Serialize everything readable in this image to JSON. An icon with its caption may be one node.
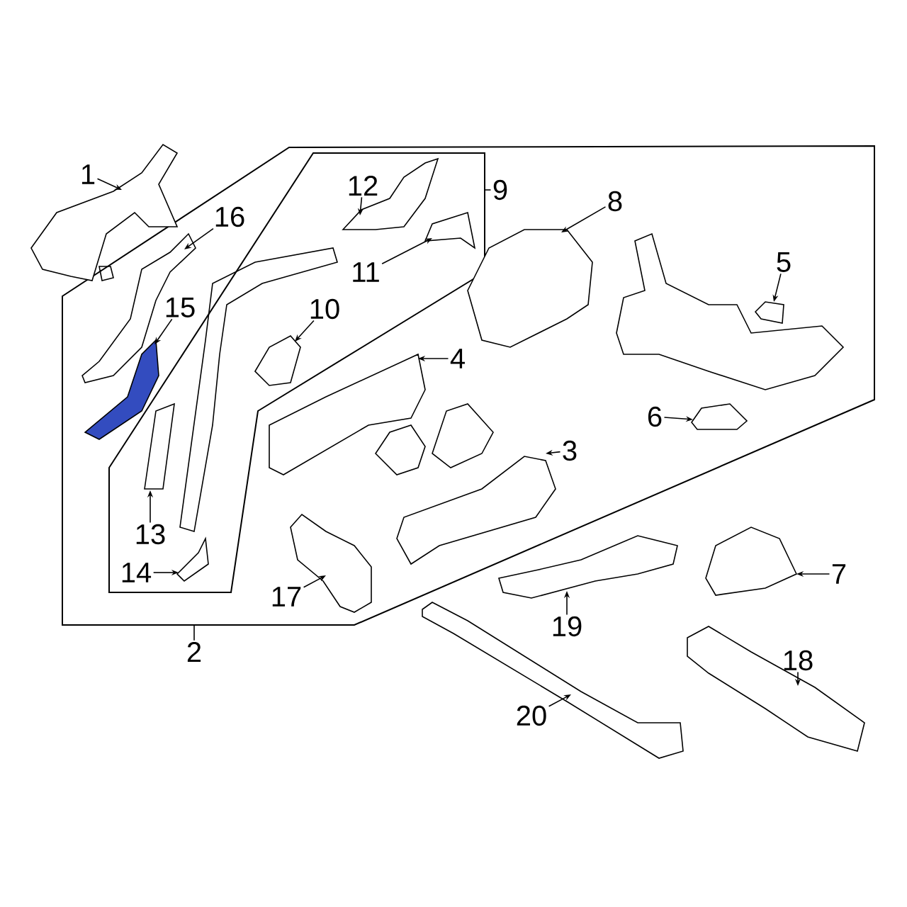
{
  "diagram": {
    "nodes": [
      {
        "text": [
          "1"
        ]
      },
      {
        "text": [],
        "shape": "picture"
      },
      {
        "text": [],
        "shape": "box"
      },
      {
        "text": [
          "2"
        ]
      },
      {
        "text": [
          "16"
        ],
        "in": 2
      },
      {
        "text": [],
        "shape": "picture",
        "in": 2
      },
      {
        "text": [],
        "shape": "box",
        "in": 2
      },
      {
        "text": [
          "12"
        ],
        "in": 6
      },
      {
        "text": [],
        "shape": "picture",
        "in": 6
      },
      {
        "text": [
          "9"
        ],
        "in": 2
      },
      {
        "text": [
          "11"
        ],
        "in": 6
      },
      {
        "text": [],
        "shape": "picture",
        "in": 6
      },
      {
        "text": [
          "8"
        ],
        "in": 2
      },
      {
        "text": [],
        "shape": "picture",
        "in": 2
      },
      {
        "text": [
          "5"
        ],
        "in": 2
      },
      {
        "text": [],
        "shape": "picture",
        "in": 2
      },
      {
        "text": [
          "15"
        ],
        "in": 2
      },
      {
        "text": [],
        "shape": "picture",
        "in": 2
      },
      {
        "text": [
          "10"
        ],
        "in": 6
      },
      {
        "text": [],
        "shape": "picture",
        "in": 6
      },
      {
        "text": [
          "4"
        ],
        "in": 2
      },
      {
        "text": [],
        "shape": "picture",
        "in": 2
      },
      {
        "text": [
          "6"
        ],
        "in": 2
      },
      {
        "text": [],
        "shape": "picture",
        "in": 2
      },
      {
        "text": [
          "3"
        ],
        "in": 2
      },
      {
        "text": [],
        "shape": "picture",
        "in": 2
      },
      {
        "text": [
          "13"
        ],
        "in": 6
      },
      {
        "text": [],
        "shape": "picture",
        "in": 6
      },
      {
        "text": [
          "14"
        ],
        "in": 6
      },
      {
        "text": [],
        "shape": "picture",
        "in": 6
      },
      {
        "text": [
          "17"
        ],
        "in": 2
      },
      {
        "text": [],
        "shape": "picture",
        "in": 2
      },
      {
        "text": [
          "7"
        ]
      },
      {
        "text": [],
        "shape": "picture"
      },
      {
        "text": [
          "19"
        ]
      },
      {
        "text": [],
        "shape": "picture"
      },
      {
        "text": [
          "18"
        ]
      },
      {
        "text": [],
        "shape": "picture"
      },
      {
        "text": [
          "20"
        ]
      },
      {
        "text": [],
        "shape": "picture"
      }
    ],
    "edges": [
      {
        "from": 0,
        "to": 1,
        "arrow": "to"
      },
      {
        "from": 4,
        "to": 5,
        "arrow": "to"
      },
      {
        "from": 3,
        "to": 2,
        "arrow": "none"
      },
      {
        "from": 7,
        "to": 8,
        "arrow": "to"
      },
      {
        "from": 9,
        "to": 6,
        "arrow": "none"
      },
      {
        "from": 10,
        "to": 11,
        "arrow": "to"
      },
      {
        "from": 12,
        "to": 13,
        "arrow": "to"
      },
      {
        "from": 14,
        "to": 15,
        "arrow": "to"
      },
      {
        "from": 16,
        "to": 17,
        "arrow": "to"
      },
      {
        "from": 18,
        "to": 19,
        "arrow": "to"
      },
      {
        "from": 20,
        "to": 21,
        "arrow": "to"
      },
      {
        "from": 22,
        "to": 23,
        "arrow": "to"
      },
      {
        "from": 24,
        "to": 25,
        "arrow": "to"
      },
      {
        "from": 26,
        "to": 27,
        "arrow": "to"
      },
      {
        "from": 28,
        "to": 29,
        "arrow": "to"
      },
      {
        "from": 30,
        "to": 31,
        "arrow": "to"
      },
      {
        "from": 32,
        "to": 33,
        "arrow": "to"
      },
      {
        "from": 34,
        "to": 35,
        "arrow": "to"
      },
      {
        "from": 36,
        "to": 37,
        "arrow": "to"
      },
      {
        "from": 38,
        "to": 39,
        "arrow": "to"
      }
    ]
  }
}
